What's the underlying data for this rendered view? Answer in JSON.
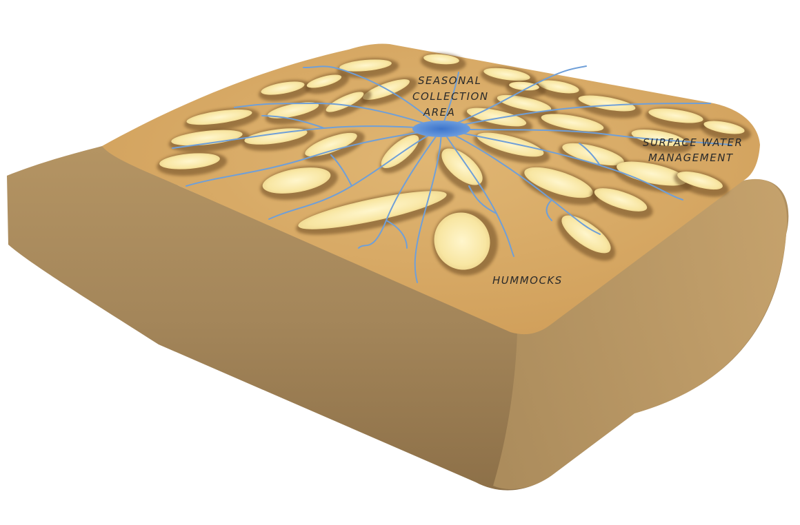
{
  "diagram": {
    "labels": {
      "collection_area": [
        "SEASONAL",
        "COLLECTION",
        "AREA"
      ],
      "surface_water": [
        "SURFACE WATER",
        "MANAGEMENT"
      ],
      "hummocks": "HUMMOCKS"
    },
    "colors": {
      "background": "#ffffff",
      "top_surface": "#d7a864",
      "side_face": "#a98b5f",
      "hummock_fill": "#fbeeb3",
      "hummock_shadow": "#6b4a22",
      "water_channel": "#6f9fd8",
      "collection_pond": "#4a7fd0"
    }
  }
}
